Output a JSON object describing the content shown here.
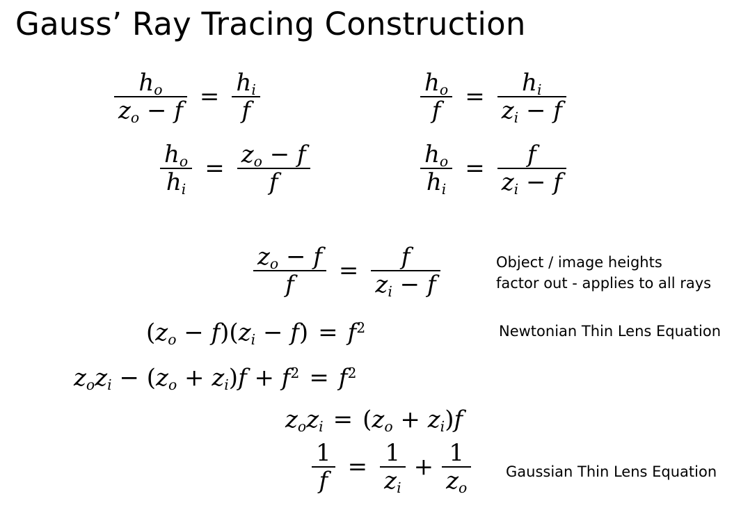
{
  "slide": {
    "title": "Gauss’ Ray Tracing Construction",
    "notes": {
      "heights_line1": "Object / image heights",
      "heights_line2": "factor out - applies to all rays",
      "newtonian": "Newtonian Thin Lens Equation",
      "gaussian": "Gaussian Thin Lens Equation"
    }
  }
}
